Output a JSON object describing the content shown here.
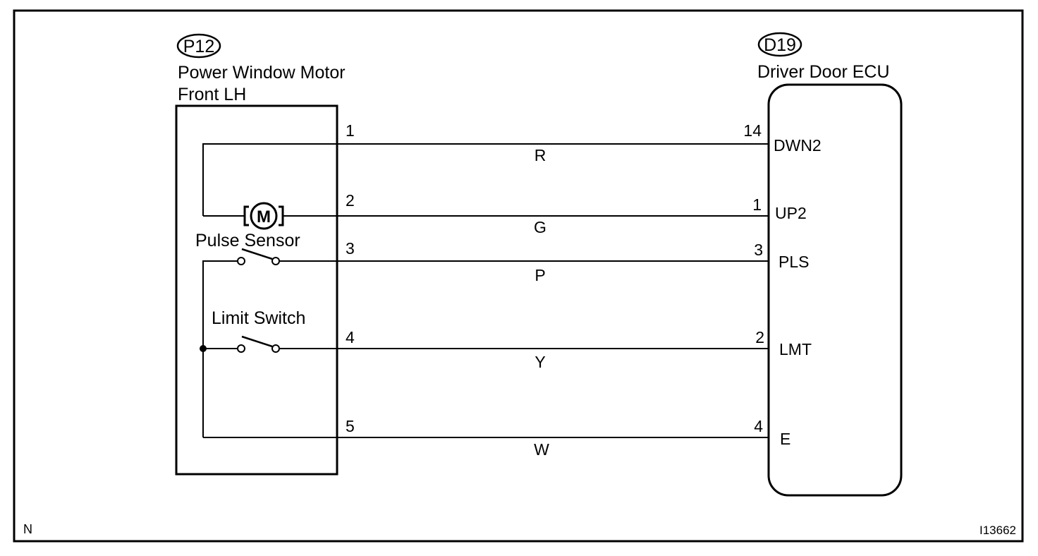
{
  "motor_connector": {
    "code": "P12",
    "name_line1": "Power Window Motor",
    "name_line2": "Front LH",
    "motor_symbol": "M",
    "pulse_sensor_label": "Pulse Sensor",
    "limit_switch_label": "Limit Switch"
  },
  "ecu_connector": {
    "code": "D19",
    "name": "Driver Door ECU"
  },
  "wires": [
    {
      "motor_pin": "1",
      "color": "R",
      "ecu_pin": "14",
      "terminal": "DWN2"
    },
    {
      "motor_pin": "2",
      "color": "G",
      "ecu_pin": "1",
      "terminal": "UP2"
    },
    {
      "motor_pin": "3",
      "color": "P",
      "ecu_pin": "3",
      "terminal": "PLS"
    },
    {
      "motor_pin": "4",
      "color": "Y",
      "ecu_pin": "2",
      "terminal": "LMT"
    },
    {
      "motor_pin": "5",
      "color": "W",
      "ecu_pin": "4",
      "terminal": "E"
    }
  ],
  "footer": {
    "left_code": "N",
    "figure_id": "I13662"
  }
}
